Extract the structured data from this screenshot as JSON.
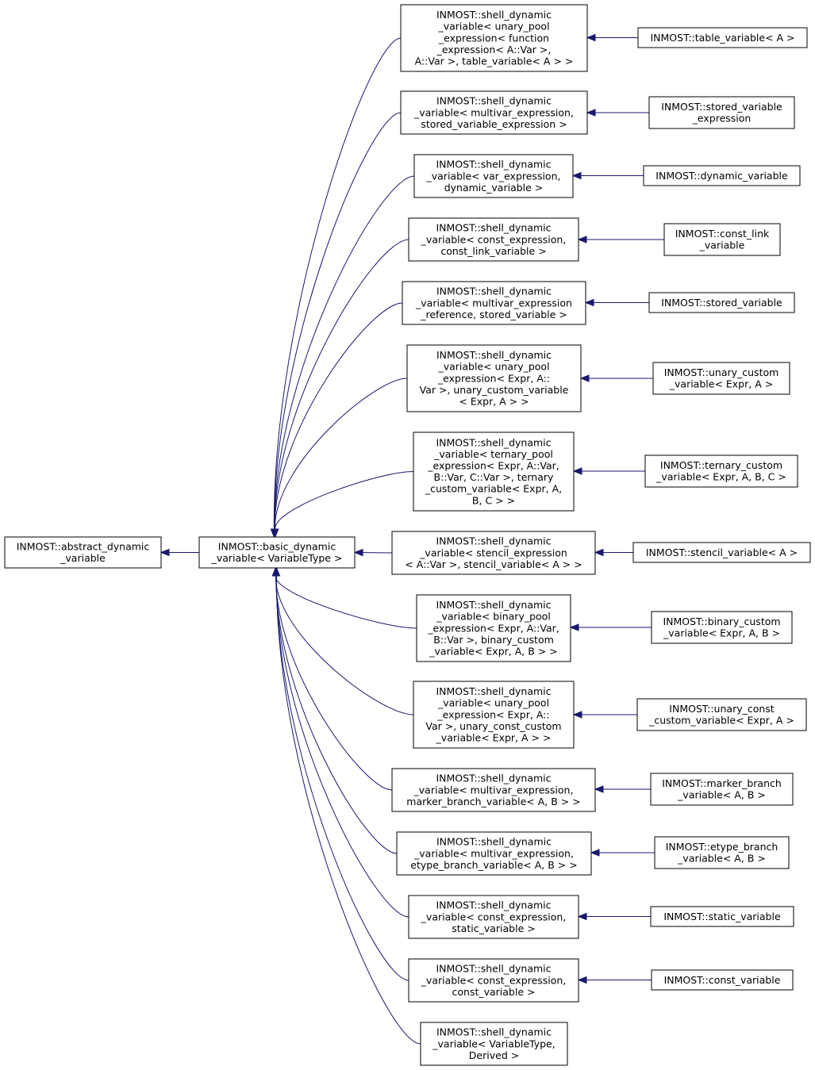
{
  "nodes": {
    "abstract": [
      "INMOST::abstract_dynamic",
      "_variable"
    ],
    "basic": [
      "INMOST::basic_dynamic",
      "_variable< VariableType >"
    ],
    "s1": [
      "INMOST::shell_dynamic",
      "_variable< unary_pool",
      "_expression< function",
      "_expression< A::Var >,",
      " A::Var >, table_variable< A > >"
    ],
    "d1": [
      "INMOST::table_variable< A >"
    ],
    "s2": [
      "INMOST::shell_dynamic",
      "_variable< multivar_expression,",
      "stored_variable_expression >"
    ],
    "d2": [
      "INMOST::stored_variable",
      "_expression"
    ],
    "s3": [
      "INMOST::shell_dynamic",
      "_variable< var_expression,",
      "dynamic_variable >"
    ],
    "d3": [
      "INMOST::dynamic_variable"
    ],
    "s4": [
      "INMOST::shell_dynamic",
      "_variable< const_expression,",
      "const_link_variable >"
    ],
    "d4": [
      "INMOST::const_link",
      "_variable"
    ],
    "s5": [
      "INMOST::shell_dynamic",
      "_variable< multivar_expression",
      "_reference, stored_variable >"
    ],
    "d5": [
      "INMOST::stored_variable"
    ],
    "s6": [
      "INMOST::shell_dynamic",
      "_variable< unary_pool",
      "_expression< Expr, A::",
      "Var >, unary_custom_variable",
      "< Expr, A > >"
    ],
    "d6": [
      "INMOST::unary_custom",
      "_variable< Expr, A >"
    ],
    "s7": [
      "INMOST::shell_dynamic",
      "_variable< ternary_pool",
      "_expression< Expr, A::Var,",
      " B::Var, C::Var >, ternary",
      "_custom_variable< Expr, A,",
      " B, C > >"
    ],
    "d7": [
      "INMOST::ternary_custom",
      "_variable< Expr, A, B, C >"
    ],
    "s8": [
      "INMOST::shell_dynamic",
      "_variable< stencil_expression",
      "< A::Var >, stencil_variable< A > >"
    ],
    "d8": [
      "INMOST::stencil_variable< A >"
    ],
    "s9": [
      "INMOST::shell_dynamic",
      "_variable< binary_pool",
      "_expression< Expr, A::Var,",
      " B::Var >, binary_custom",
      "_variable< Expr, A, B > >"
    ],
    "d9": [
      "INMOST::binary_custom",
      "_variable< Expr, A, B >"
    ],
    "s10": [
      "INMOST::shell_dynamic",
      "_variable< unary_pool",
      "_expression< Expr, A::",
      "Var >, unary_const_custom",
      "_variable< Expr, A > >"
    ],
    "d10": [
      "INMOST::unary_const",
      "_custom_variable< Expr, A >"
    ],
    "s11": [
      "INMOST::shell_dynamic",
      "_variable< multivar_expression,",
      " marker_branch_variable< A, B > >"
    ],
    "d11": [
      "INMOST::marker_branch",
      "_variable< A, B >"
    ],
    "s12": [
      "INMOST::shell_dynamic",
      "_variable< multivar_expression,",
      " etype_branch_variable< A, B > >"
    ],
    "d12": [
      "INMOST::etype_branch",
      "_variable< A, B >"
    ],
    "s13": [
      "INMOST::shell_dynamic",
      "_variable< const_expression,",
      "static_variable >"
    ],
    "d13": [
      "INMOST::static_variable"
    ],
    "s14": [
      "INMOST::shell_dynamic",
      "_variable< const_expression,",
      "const_variable >"
    ],
    "d14": [
      "INMOST::const_variable"
    ],
    "s15": [
      "INMOST::shell_dynamic",
      "_variable< VariableType,",
      "Derived >"
    ]
  },
  "edges": [
    {
      "from": "basic",
      "to": "abstract"
    },
    {
      "from": "s1",
      "to": "basic"
    },
    {
      "from": "d1",
      "to": "s1"
    },
    {
      "from": "s2",
      "to": "basic"
    },
    {
      "from": "d2",
      "to": "s2"
    },
    {
      "from": "s3",
      "to": "basic"
    },
    {
      "from": "d3",
      "to": "s3"
    },
    {
      "from": "s4",
      "to": "basic"
    },
    {
      "from": "d4",
      "to": "s4"
    },
    {
      "from": "s5",
      "to": "basic"
    },
    {
      "from": "d5",
      "to": "s5"
    },
    {
      "from": "s6",
      "to": "basic"
    },
    {
      "from": "d6",
      "to": "s6"
    },
    {
      "from": "s7",
      "to": "basic"
    },
    {
      "from": "d7",
      "to": "s7"
    },
    {
      "from": "s8",
      "to": "basic"
    },
    {
      "from": "d8",
      "to": "s8"
    },
    {
      "from": "s9",
      "to": "basic"
    },
    {
      "from": "d9",
      "to": "s9"
    },
    {
      "from": "s10",
      "to": "basic"
    },
    {
      "from": "d10",
      "to": "s10"
    },
    {
      "from": "s11",
      "to": "basic"
    },
    {
      "from": "d11",
      "to": "s11"
    },
    {
      "from": "s12",
      "to": "basic"
    },
    {
      "from": "d12",
      "to": "s12"
    },
    {
      "from": "s13",
      "to": "basic"
    },
    {
      "from": "d13",
      "to": "s13"
    },
    {
      "from": "s14",
      "to": "basic"
    },
    {
      "from": "d14",
      "to": "s14"
    },
    {
      "from": "s15",
      "to": "basic"
    }
  ],
  "colors": {
    "edge": "#191970",
    "border": "#000000",
    "fill": "#ffffff",
    "text": "#000000"
  }
}
